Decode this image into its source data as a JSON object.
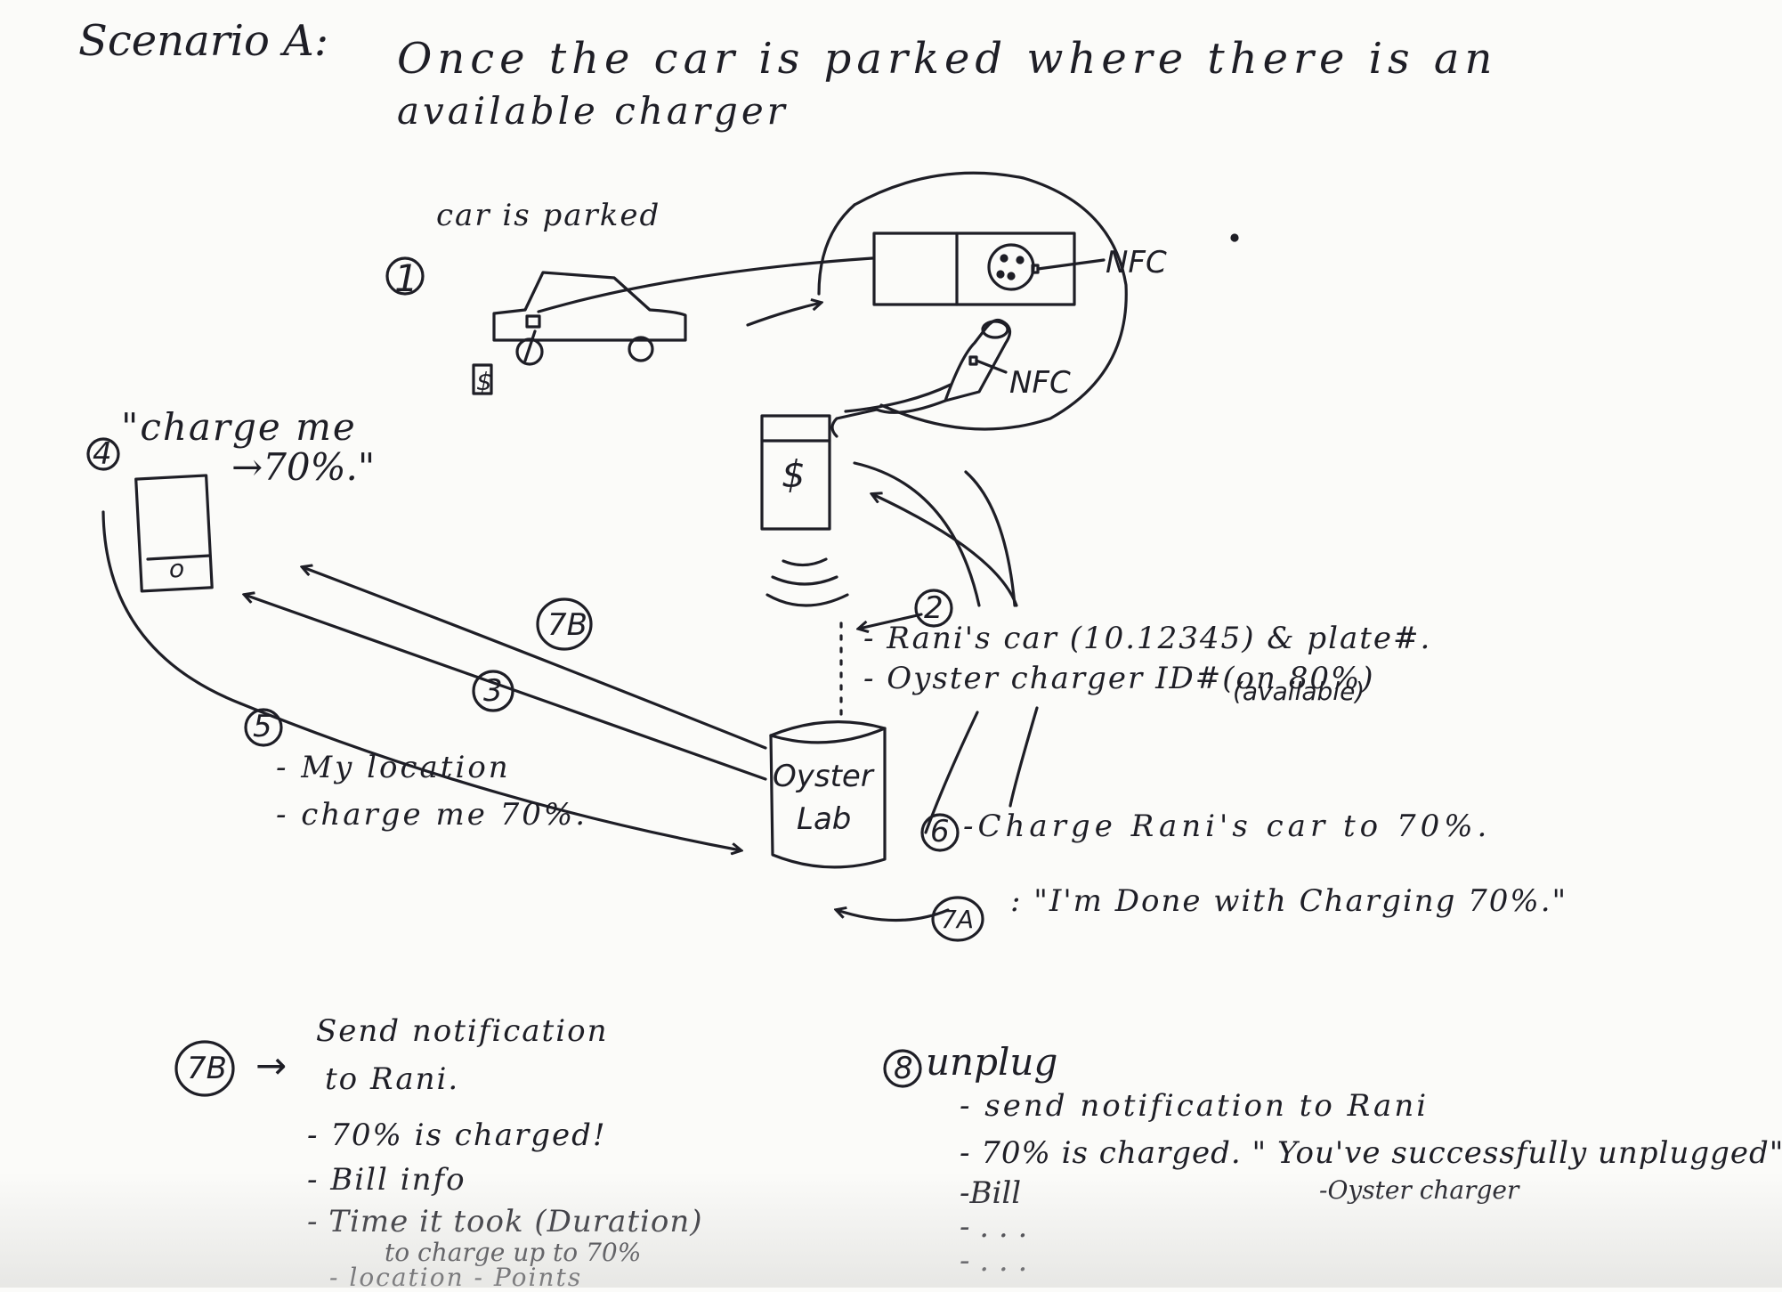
{
  "header": {
    "scenario_label": "Scenario A:",
    "scenario_desc_line1": "Once the car is parked where there is an",
    "scenario_desc_line2": "available charger"
  },
  "steps": {
    "s1_marker": "1",
    "s1_text": "car is parked",
    "s2_marker": "2",
    "s2_line1": "- Rani's car (10.12345) & plate#.",
    "s2_line2": "- Oyster charger ID#(on 80%)",
    "s2_line3": "(available)",
    "s3_marker": "3",
    "s4_marker": "4",
    "s4_line1": "\"charge me",
    "s4_line2": "→70%.\"",
    "s5_marker": "5",
    "s5_line1": "- My location",
    "s5_line2": "- charge me 70%.",
    "s6_marker": "6",
    "s6_text": "-Charge Rani's car to 70%.",
    "s7a_marker": "7A",
    "s7a_text": ": \"I'm Done with Charging 70%.\"",
    "s7b_marker": "7B"
  },
  "labels": {
    "nfc_top": "NFC",
    "nfc_bottom": "NFC",
    "server_line1": "Oyster",
    "server_line2": "Lab",
    "charger_symbol": "$",
    "car_tag": "$",
    "phone_button": "o"
  },
  "notes_7b": {
    "marker": "7B",
    "arrow": "→",
    "title_line1": "Send notification",
    "title_line2": "to Rani.",
    "items": [
      "- 70% is charged!",
      "- Bill info",
      "- Time it took (Duration)",
      "to charge up to 70%",
      "- location - Points"
    ]
  },
  "notes_8": {
    "marker": "8",
    "title": "unplug",
    "items": [
      "- send notification to Rani",
      "- 70% is charged. \" You've successfully unplugged\"",
      "-Oyster charger",
      "-Bill",
      "- . . .",
      "- . . ."
    ]
  }
}
